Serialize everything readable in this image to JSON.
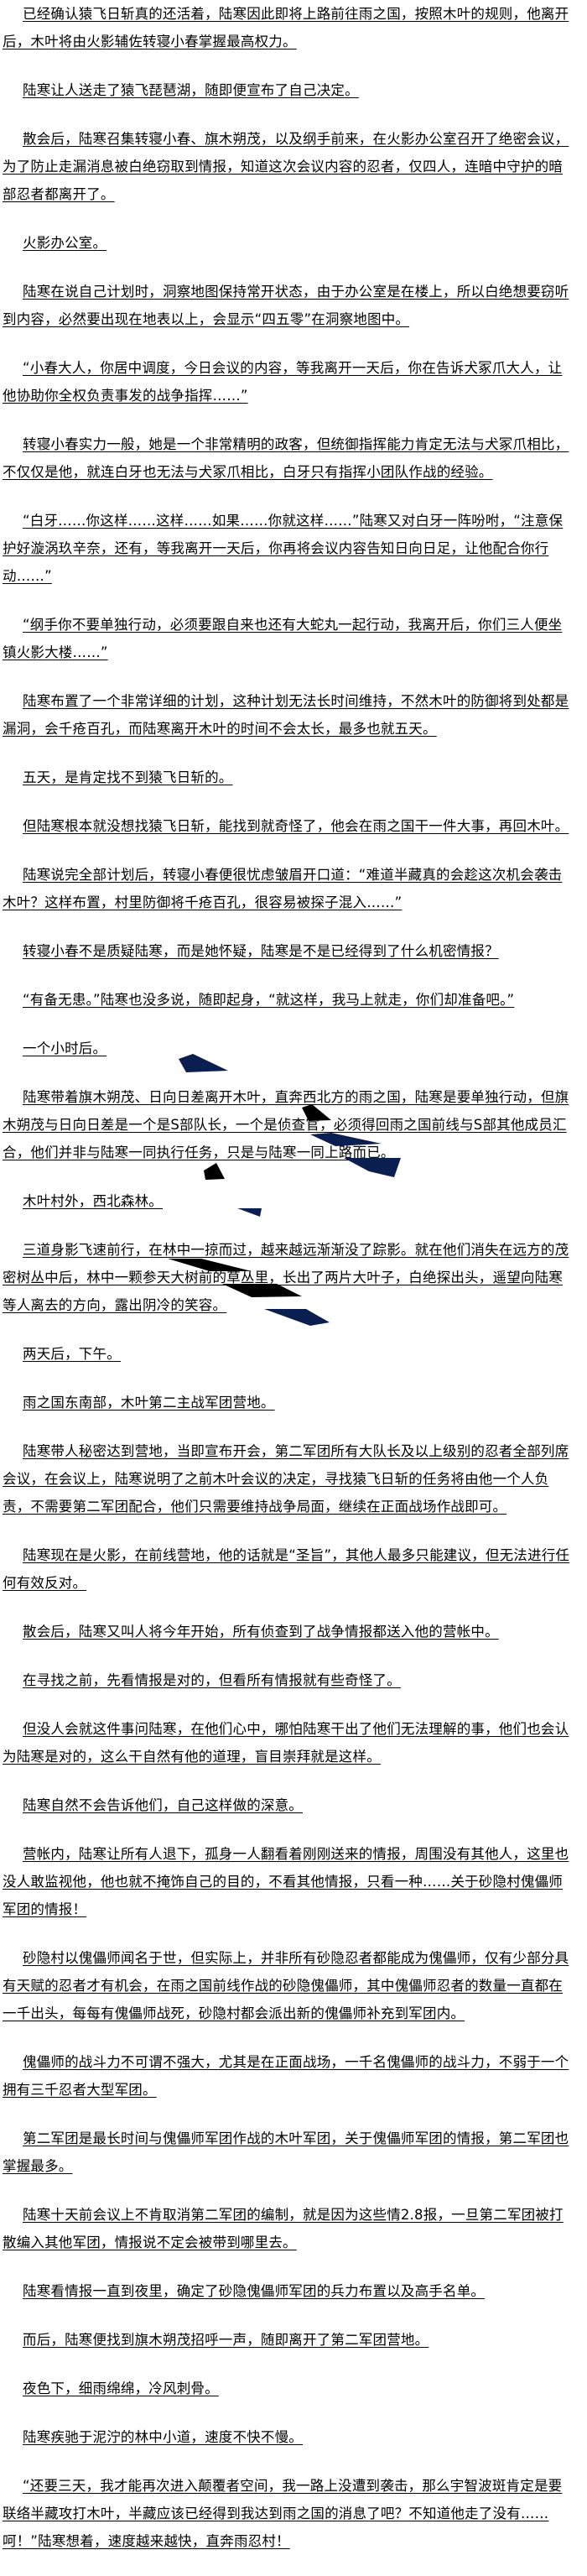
{
  "paragraphs": [
    "已经确认猿飞日斩真的还活着，陆寒因此即将上路前往雨之国，按照木叶的规则，他离开后，木叶将由火影辅佐转寝小春掌握最高权力。",
    "陆寒让人送走了猿飞琵琶湖，随即便宣布了自己决定。",
    "散会后，陆寒召集转寝小春、旗木朔茂，以及纲手前来，在火影办公室召开了绝密会议，为了防止走漏消息被白绝窃取到情报，知道这次会议内容的忍者，仅四人，连暗中守护的暗部忍者都离开了。",
    "火影办公室。",
    "陆寒在说自己计划时，洞察地图保持常开状态，由于办公室是在楼上，所以白绝想要窃听到内容，必然要出现在地表以上，会显示“四五零”在洞察地图中。",
    "“小春大人，你居中调度，今日会议的内容，等我离开一天后，你在告诉犬冢爪大人，让他协助你全权负责事发的战争指挥……”",
    "转寝小春实力一般，她是一个非常精明的政客，但统御指挥能力肯定无法与犬冢爪相比，不仅仅是他，就连白牙也无法与犬冢爪相比，白牙只有指挥小团队作战的经验。",
    "“白牙……你这样……这样……如果……你就这样……”陆寒又对白牙一阵吩咐，“注意保护好漩涡玖辛奈，还有，等我离开一天后，你再将会议内容告知日向日足，让他配合你行动……”",
    "“纲手你不要单独行动，必须要跟自来也还有大蛇丸一起行动，我离开后，你们三人便坐镇火影大楼……”",
    "陆寒布置了一个非常详细的计划，这种计划无法长时间维持，不然木叶的防御将到处都是漏洞，会千疮百孔，而陆寒离开木叶的时间不会太长，最多也就五天。",
    "五天，是肯定找不到猿飞日斩的。",
    "但陆寒根本就没想找猿飞日斩，能找到就奇怪了，他会在雨之国干一件大事，再回木叶。",
    "陆寒说完全部计划后，转寝小春便很忧虑皱眉开口道：“难道半藏真的会趁这次机会袭击木叶？这样布置，村里防御将千疮百孔，很容易被探子混入……”",
    "转寝小春不是质疑陆寒，而是她怀疑，陆寒是不是已经得到了什么机密情报？",
    "“有备无患。”陆寒也没多说，随即起身，“就这样，我马上就走，你们却准备吧。”",
    "一个小时后。",
    "陆寒带着旗木朔茂、日向日差离开木叶，直奔西北方的雨之国，陆寒是要单独行动，但旗木朔茂与日向日差是一个是S部队长，一个是侦查官，必须得回雨之国前线与S部其他成员汇合，他们并非与陆寒一同执行任务，只是与陆寒一同上路而已。",
    "木叶村外，西北森林。",
    "三道身影飞速前行，在林中一掠而过，越来越远渐渐没了踪影。就在他们消失在远方的茂密树丛中后，林中一颗参天大树前的草丛里，长出了两片大叶子，白绝探出头，遥望向陆寒等人离去的方向，露出阴冷的笑容。",
    "两天后，下午。",
    "雨之国东南部，木叶第二主战军团营地。",
    "陆寒带人秘密达到营地，当即宣布开会，第二军团所有大队长及以上级别的忍者全部列席会议，在会议上，陆寒说明了之前木叶会议的决定，寻找猿飞日斩的任务将由他一个人负责，不需要第二军团配合，他们只需要维持战争局面，继续在正面战场作战即可。",
    "陆寒现在是火影，在前线营地，他的话就是“圣旨”，其他人最多只能建议，但无法进行任何有效反对。",
    "散会后，陆寒又叫人将今年开始，所有侦查到了战争情报都送入他的营帐中。",
    "在寻找之前，先看情报是对的，但看所有情报就有些奇怪了。",
    "但没人会就这件事问陆寒，在他们心中，哪怕陆寒干出了他们无法理解的事，他们也会认为陆寒是对的，这么干自然有他的道理，盲目崇拜就是这样。",
    "陆寒自然不会告诉他们，自己这样做的深意。",
    "营帐内，陆寒让所有人退下，孤身一人翻看着刚刚送来的情报，周围没有其他人，这里也没人敢监视他，他也就不掩饰自己的目的，不看其他情报，只看一种……关于砂隐村傀儡师军团的情报！",
    "砂隐村以傀儡师闻名于世，但实际上，并非所有砂隐忍者都能成为傀儡师，仅有少部分具有天赋的忍者才有机会，在雨之国前线作战的砂隐傀儡师，其中傀儡师忍者的数量一直都在一千出头，每每有傀儡师战死，砂隐村都会派出新的傀儡师补充到军团内。",
    "傀儡师的战斗力不可谓不强大，尤其是在正面战场，一千名傀儡师的战斗力，不弱于一个拥有三千忍者大型军团。",
    "第二军团是最长时间与傀儡师军团作战的木叶军团，关于傀儡师军团的情报，第二军团也掌握最多。",
    "陆寒十天前会议上不肯取消第二军团的编制，就是因为这些情2.8报，一旦第二军团被打散编入其他军团，情报说不定会被带到哪里去。",
    "陆寒看情报一直到夜里，确定了砂隐傀儡师军团的兵力布置以及高手名单。",
    "而后，陆寒便找到旗木朔茂招呼一声，随即离开了第二军团营地。",
    "夜色下，细雨绵绵，冷风刺骨。",
    "陆寒疾驰于泥泞的林中小道，速度不快不慢。",
    "“还要三天，我才能再次进入颠覆者空间，我一路上没遭到袭击，那么宇智波斑肯定是要联络半藏攻打木叶，半藏应该已经得到我达到雨之国的消息了吧？不知道他走了没有……呵！”陆寒想着，速度越来越快，直奔雨忍村！"
  ],
  "colors": {
    "text": "#000000",
    "decor_dark": "#0a1f4f",
    "decor_black": "#000000"
  }
}
